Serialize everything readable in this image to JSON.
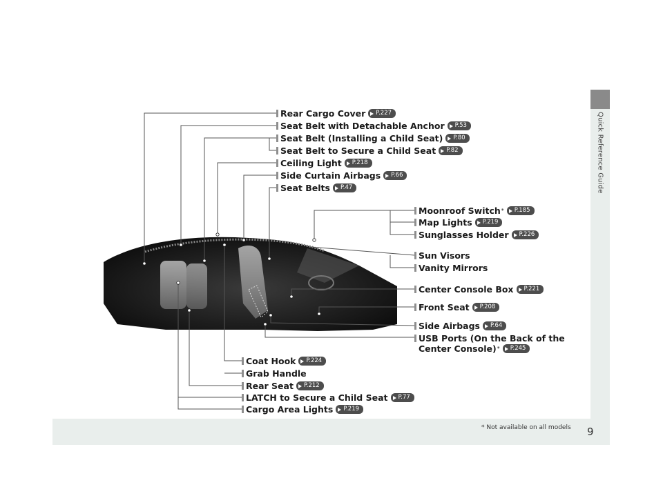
{
  "sidebar": {
    "label": "Quick Reference Guide"
  },
  "page": {
    "number": "9",
    "footnote": "* Not available on all models"
  },
  "ref_arrow_icon": "arrow-right-icon",
  "callouts": [
    {
      "label": "Rear Cargo Cover",
      "ref": "P.227"
    },
    {
      "label": "Seat Belt with Detachable Anchor",
      "ref": "P.53"
    },
    {
      "label": "Seat Belt (Installing a Child Seat)",
      "ref": "P.80"
    },
    {
      "label": "Seat Belt to Secure a Child Seat",
      "ref": "P.82"
    },
    {
      "label": "Ceiling Light",
      "ref": "P.218"
    },
    {
      "label": "Side Curtain Airbags",
      "ref": "P.66"
    },
    {
      "label": "Seat Belts",
      "ref": "P.47"
    },
    {
      "label": "Moonroof Switch",
      "sup": "*",
      "ref": "P.185"
    },
    {
      "label": "Map Lights",
      "ref": "P.219"
    },
    {
      "label": "Sunglasses Holder",
      "ref": "P.226"
    },
    {
      "label": "Sun Visors"
    },
    {
      "label": "Vanity Mirrors"
    },
    {
      "label": "Center Console Box",
      "ref": "P.221"
    },
    {
      "label": "Front Seat",
      "ref": "P.208"
    },
    {
      "label": "Side Airbags",
      "ref": "P.64"
    },
    {
      "label": "USB Ports (On the Back of the",
      "label2": "Center Console)",
      "sup": "*",
      "ref": "P.245"
    },
    {
      "label": "Coat Hook",
      "ref": "P.224"
    },
    {
      "label": "Grab Handle"
    },
    {
      "label": "Rear Seat",
      "ref": "P.212"
    },
    {
      "label": "LATCH to Secure a Child Seat",
      "ref": "P.77"
    },
    {
      "label": "Cargo Area Lights",
      "ref": "P.219"
    }
  ]
}
